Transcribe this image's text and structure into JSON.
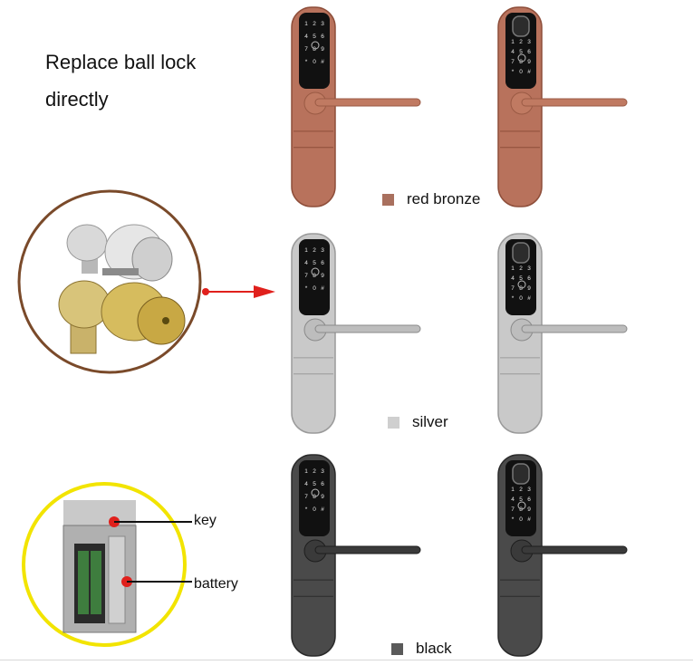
{
  "headline": {
    "line1": "Replace ball lock",
    "line2": "directly"
  },
  "finishes": [
    {
      "label": "red bronze",
      "color": "#a9705e"
    },
    {
      "label": "silver",
      "color": "#cfcfcf"
    },
    {
      "label": "black",
      "color": "#5a5a5a"
    }
  ],
  "callouts": {
    "key": "key",
    "battery": "battery"
  },
  "colors": {
    "arrow": "#e0201c",
    "ring_brown": "#7a4a2a",
    "ring_yellow": "#f2e400"
  },
  "keypad": {
    "keys": [
      "1",
      "2",
      "3",
      "4",
      "5",
      "6",
      "7",
      "8",
      "9",
      "*",
      "0",
      "#"
    ]
  }
}
